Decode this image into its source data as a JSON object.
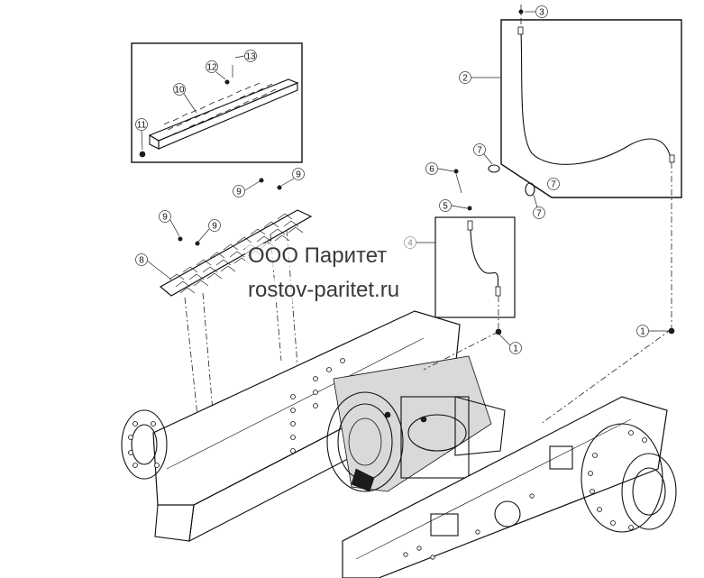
{
  "watermark": {
    "line1": "ООО Паритет",
    "line2": "rostov-paritet.ru"
  },
  "callouts": [
    "1",
    "1",
    "2",
    "3",
    "4",
    "5",
    "6",
    "7",
    "7",
    "7",
    "8",
    "9",
    "9",
    "9",
    "9",
    "10",
    "11",
    "12",
    "13"
  ],
  "colors": {
    "line": "#111111",
    "background": "#ffffff",
    "callout_ring": "#444444",
    "watermark_text": "#3a3a3a"
  }
}
